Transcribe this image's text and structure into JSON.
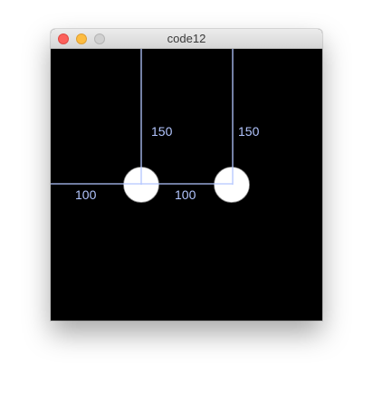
{
  "window": {
    "title": "code12"
  },
  "colors": {
    "background": "#000000",
    "guide_line": "#b3c6ff",
    "label": "#b3c6ff",
    "circle_fill": "#ffffff"
  },
  "labels": {
    "vertical_a": "150",
    "vertical_b": "150",
    "horizontal_a": "100",
    "horizontal_b": "100"
  }
}
